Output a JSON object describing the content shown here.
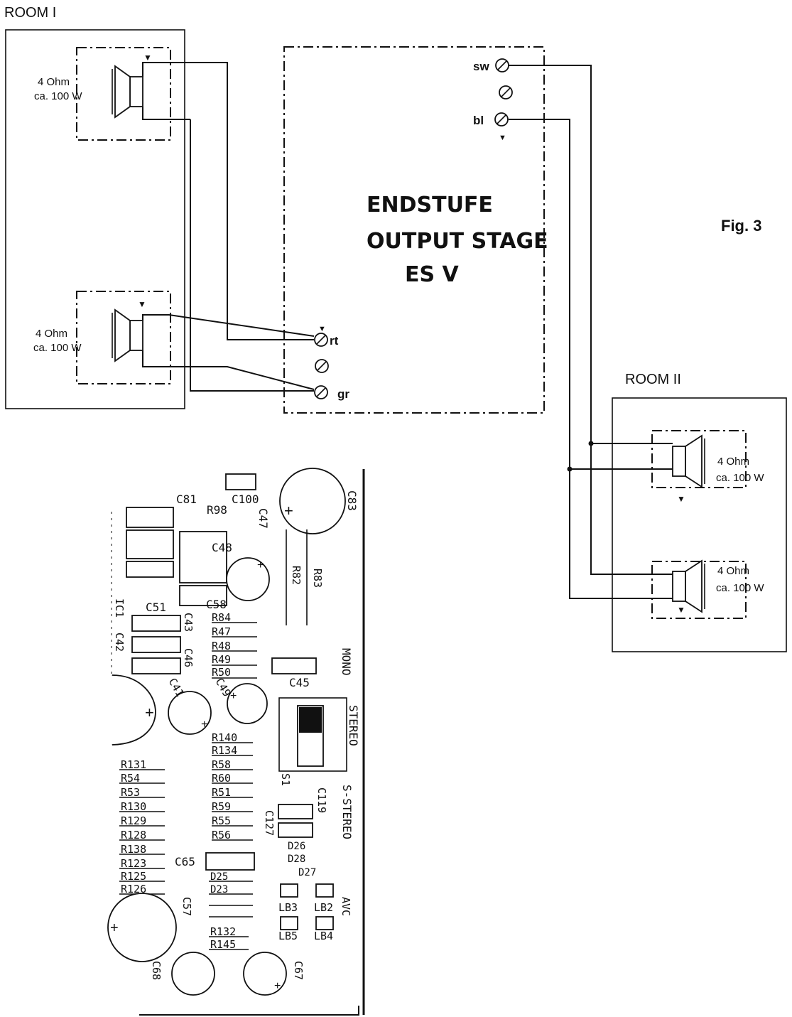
{
  "figure_label": "Fig. 3",
  "room1": {
    "title": "ROOM I",
    "speaker_top": {
      "impedance": "4 Ohm",
      "power": "ca. 100 W"
    },
    "speaker_bottom": {
      "impedance": "4 Ohm",
      "power": "ca. 100 W"
    }
  },
  "room2": {
    "title": "ROOM II",
    "speaker_top": {
      "impedance": "4 Ohm",
      "power": "ca. 100 W"
    },
    "speaker_bottom": {
      "impedance": "4 Ohm",
      "power": "ca. 100 W"
    }
  },
  "output_stage": {
    "line1": "ENDSTUFE",
    "line2": "OUTPUT STAGE",
    "line3": "ES V",
    "terminals": {
      "sw": "sw",
      "bl": "bl",
      "rt": "rt",
      "gr": "gr"
    }
  },
  "pcb": {
    "switch_labels": {
      "mono": "MONO",
      "stereo": "STEREO",
      "s_stereo": "S-STEREO",
      "avc": "AVC",
      "s1": "S1"
    },
    "components": {
      "c81": "C81",
      "c100": "C100",
      "c83": "C83",
      "r98": "R98",
      "c47": "C47",
      "c48": "C48",
      "r82": "R82",
      "r83": "R83",
      "c51": "C51",
      "c58": "C58",
      "ic1": "IC1",
      "c42": "C42",
      "c43": "C43",
      "c46": "C46",
      "c41": "C41",
      "c49": "C49",
      "c45": "C45",
      "r84": "R84",
      "r47": "R47",
      "r48": "R48",
      "r49": "R49",
      "r50": "R50",
      "r140": "R140",
      "r134": "R134",
      "r58": "R58",
      "r60": "R60",
      "r51": "R51",
      "r59": "R59",
      "r55": "R55",
      "r56": "R56",
      "r131": "R131",
      "r54": "R54",
      "r53": "R53",
      "r130": "R130",
      "r129": "R129",
      "r128": "R128",
      "r138": "R138",
      "r123": "R123",
      "r125": "R125",
      "r126": "R126",
      "c65": "C65",
      "c57": "C57",
      "c68": "C68",
      "c67": "C67",
      "c119": "C119",
      "c127": "C127",
      "d25": "D25",
      "d23": "D23",
      "d26": "D26",
      "d28": "D28",
      "d27": "D27",
      "lb3": "LB3",
      "lb2": "LB2",
      "lb5": "LB5",
      "lb4": "LB4",
      "r132": "R132",
      "r145": "R145"
    }
  }
}
